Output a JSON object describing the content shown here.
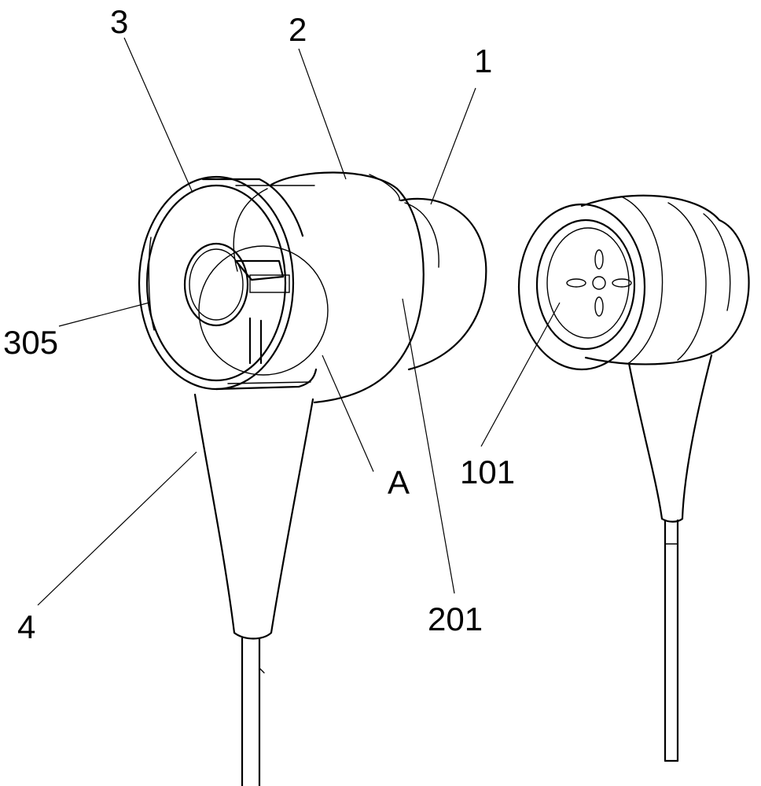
{
  "labels": {
    "label_3": "3",
    "label_2": "2",
    "label_1": "1",
    "label_305": "305",
    "label_101": "101",
    "label_A": "A",
    "label_4": "4",
    "label_201": "201"
  },
  "colors": {
    "line": "#000000",
    "background": "#ffffff"
  }
}
